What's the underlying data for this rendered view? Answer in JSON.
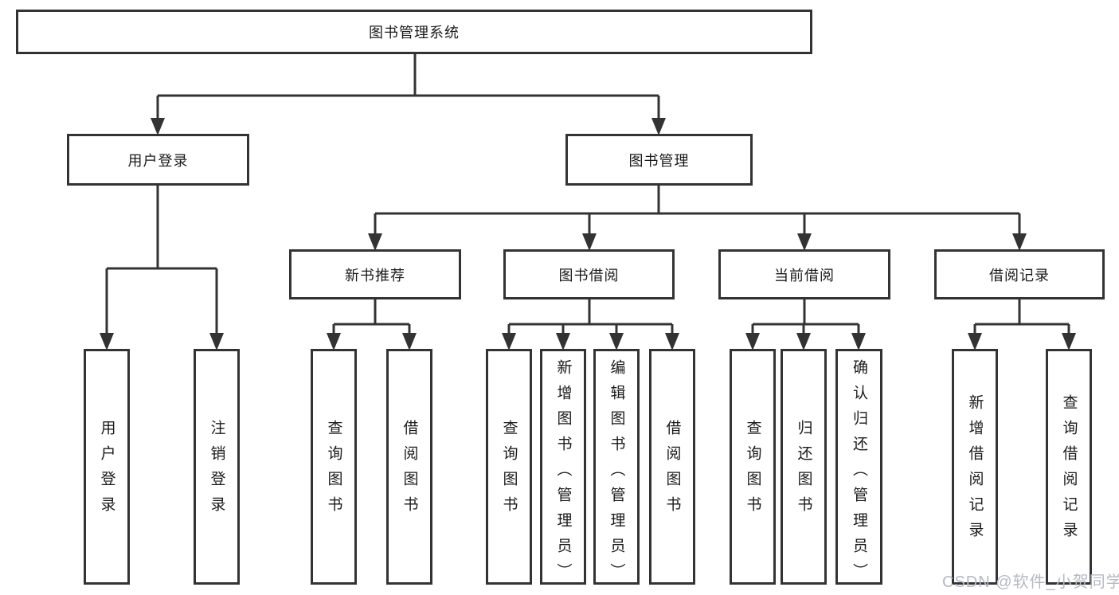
{
  "diagram": {
    "root": {
      "label": "图书管理系统"
    },
    "branches": [
      {
        "label": "用户登录",
        "children": [
          {
            "label": "用户登录"
          },
          {
            "label": "注销登录"
          }
        ]
      },
      {
        "label": "图书管理",
        "children": [
          {
            "label": "新书推荐",
            "children": [
              {
                "label": "查询图书"
              },
              {
                "label": "借阅图书"
              }
            ]
          },
          {
            "label": "图书借阅",
            "children": [
              {
                "label": "查询图书"
              },
              {
                "label": "新增图书（管理员）"
              },
              {
                "label": "编辑图书（管理员）"
              },
              {
                "label": "借阅图书"
              }
            ]
          },
          {
            "label": "当前借阅",
            "children": [
              {
                "label": "查询图书"
              },
              {
                "label": "归还图书"
              },
              {
                "label": "确认归还（管理员）"
              }
            ]
          },
          {
            "label": "借阅记录",
            "children": [
              {
                "label": "新增借阅记录"
              },
              {
                "label": "查询借阅记录"
              }
            ]
          }
        ]
      }
    ]
  },
  "watermark": {
    "text": "CSDN @软件_小贺同学"
  },
  "colors": {
    "line": "#333333",
    "box_border": "#333333",
    "text": "#1a1a1a",
    "background": "#ffffff",
    "watermark": "#b6b9c3"
  }
}
